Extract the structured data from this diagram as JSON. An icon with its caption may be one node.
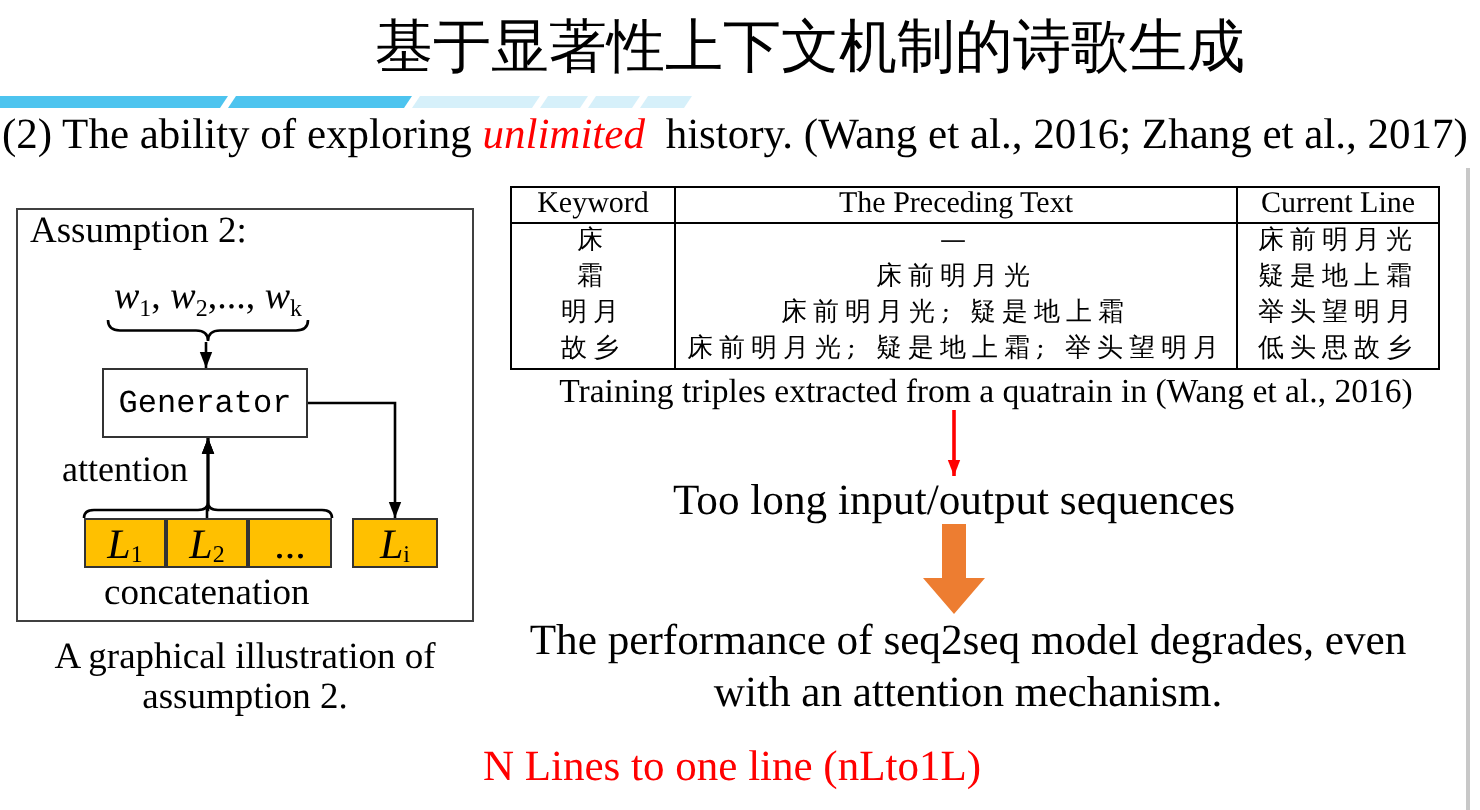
{
  "diagram": {
    "title": "基于显著性上下文机制的诗歌生成",
    "nodes": [
      {
        "text": [
          "Assumption 2:"
        ],
        "beside": [
          "A graphical illustration of assumption 2."
        ]
      },
      {
        "text": [
          "*w*$_{1}$, *w*$_{2}$,..., *w*$_{k}$"
        ],
        "in": 0
      },
      {
        "text": [
          "Generator"
        ],
        "in": 0
      },
      {
        "text": [
          "*L*$_{1}$"
        ],
        "in": 0
      },
      {
        "text": [
          "*L*$_{2}$"
        ],
        "in": 0
      },
      {
        "text": [
          "..."
        ],
        "in": 0
      },
      {
        "text": [
          "*L*$_{i}$"
        ],
        "in": 0
      },
      {
        "text": [
          "Training triples extracted from a quatrain in (Wang et al., 2016)"
        ]
      },
      {
        "text": [
          "Too long input/output sequences"
        ]
      },
      {
        "text": [
          "The performance of seq2seq model degrades, even with an attention mechanism."
        ]
      }
    ],
    "edges": [
      {
        "from": 1,
        "to": 2,
        "arrow": "to"
      },
      {
        "from": 3,
        "to": 2,
        "arrow": "to",
        "label": "attention"
      },
      {
        "from": 4,
        "to": 2,
        "arrow": "to"
      },
      {
        "from": 5,
        "to": 2,
        "arrow": "to"
      },
      {
        "from": 2,
        "to": 6,
        "arrow": "to"
      },
      {
        "from": 7,
        "to": 8,
        "arrow": "to",
        "color": "#ff0000"
      },
      {
        "from": 8,
        "to": 9,
        "arrow": "to",
        "style": "thick",
        "color": "#ed7d31"
      }
    ],
    "labels": [
      "(2) The ability of exploring *unlimited* history. (Wang et al., 2016; Zhang et al., 2017)",
      "Keyword",
      "The Preceding Text",
      "Current Line",
      "床",
      "—",
      "床前明月光",
      "霜",
      "床前明月光",
      "疑是地上霜",
      "明月",
      "床前明月光; 疑是地上霜",
      "举头望明月",
      "故乡",
      "床前明月光; 疑是地上霜; 举头望明月",
      "低头思故乡",
      "concatenation",
      "N Lines to one line (nLto1L)"
    ]
  }
}
